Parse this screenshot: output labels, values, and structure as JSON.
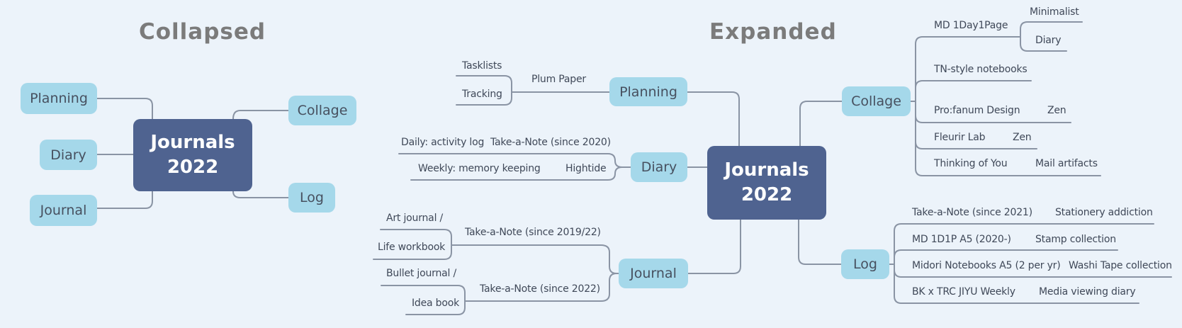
{
  "colors": {
    "background": "#ecf3fa",
    "branch_node_fill": "#a5d8ea",
    "center_node_fill": "#4f6390",
    "center_node_text": "#ffffff",
    "connector_line": "#8a94a4",
    "leaf_text": "#3f4858",
    "title_text": "#7b7b7b"
  },
  "collapsed": {
    "title": "Collapsed",
    "center": "Journals 2022",
    "branches": {
      "planning": "Planning",
      "diary": "Diary",
      "journal": "Journal",
      "collage": "Collage",
      "log": "Log"
    }
  },
  "expanded": {
    "title": "Expanded",
    "center": "Journals 2022",
    "planning": {
      "label": "Planning",
      "plum_paper": "Plum Paper",
      "tasklists": "Tasklists",
      "tracking": "Tracking"
    },
    "diary": {
      "label": "Diary",
      "daily": "Daily: activity log",
      "take_a_note_2020": "Take-a-Note (since 2020)",
      "weekly": "Weekly: memory keeping",
      "hightide": "Hightide"
    },
    "journal": {
      "label": "Journal",
      "art_journal": "Art journal /",
      "life_workbook": "Life workbook",
      "take_a_note_2019": "Take-a-Note (since 2019/22)",
      "bullet_journal": "Bullet journal /",
      "idea_book": "Idea book",
      "take_a_note_2022": "Take-a-Note (since 2022)"
    },
    "collage": {
      "label": "Collage",
      "md_1day1page": "MD 1Day1Page",
      "minimalist": "Minimalist",
      "diary_sub": "Diary",
      "tn_style": "TN-style notebooks",
      "profanum": "Pro:fanum Design",
      "profanum_zen": "Zen",
      "fleurir": "Fleurir Lab",
      "fleurir_zen": "Zen",
      "thinking": "Thinking of You",
      "mail_artifacts": "Mail artifacts"
    },
    "log": {
      "label": "Log",
      "take_a_note_2021": "Take-a-Note (since 2021)",
      "stationery": "Stationery addiction",
      "md_1d1p": "MD 1D1P A5 (2020-)",
      "stamp": "Stamp collection",
      "midori": "Midori Notebooks A5 (2 per yr)",
      "washi": "Washi Tape collection",
      "bk_trc": "BK x TRC JIYU Weekly",
      "media": "Media viewing diary"
    }
  }
}
